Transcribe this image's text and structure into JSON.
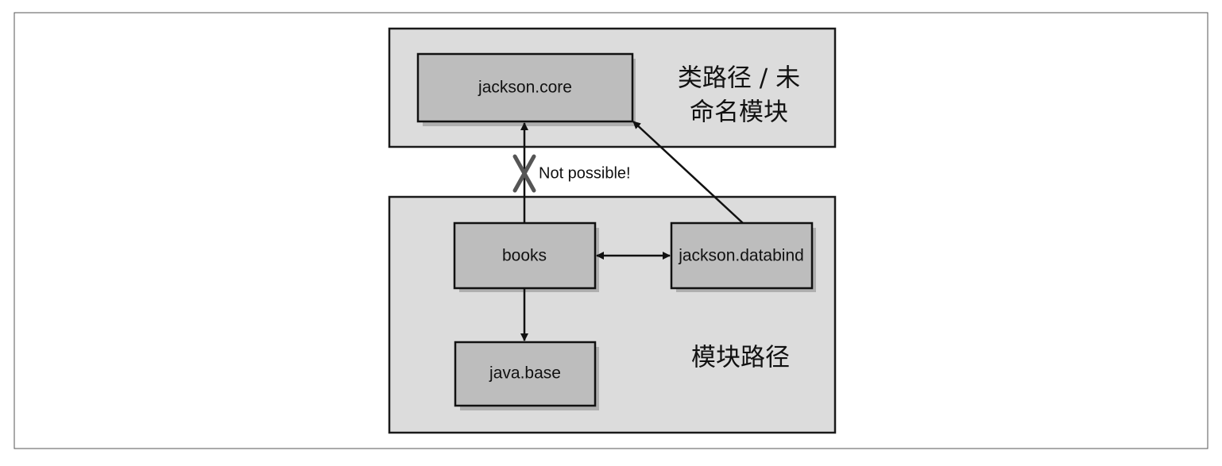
{
  "regions": {
    "classpath": {
      "label_line1": "类路径 / 未",
      "label_line2": "命名模块"
    },
    "module_path": {
      "label": "模块路径"
    }
  },
  "modules": {
    "jackson_core": "jackson.core",
    "books": "books",
    "jackson_databind": "jackson.databind",
    "java_base": "java.base"
  },
  "annotations": {
    "not_possible": "Not possible!"
  },
  "edges": [
    {
      "from": "books",
      "to": "jackson.core",
      "blocked": true
    },
    {
      "from": "jackson.databind",
      "to": "jackson.core",
      "blocked": false
    },
    {
      "from": "books",
      "to": "jackson.databind",
      "bidirectional": true
    },
    {
      "from": "books",
      "to": "java.base",
      "blocked": false
    }
  ],
  "colors": {
    "region_fill": "#dcdcdc",
    "module_fill": "#bdbdbd",
    "stroke": "#111111",
    "cross": "#555555"
  }
}
